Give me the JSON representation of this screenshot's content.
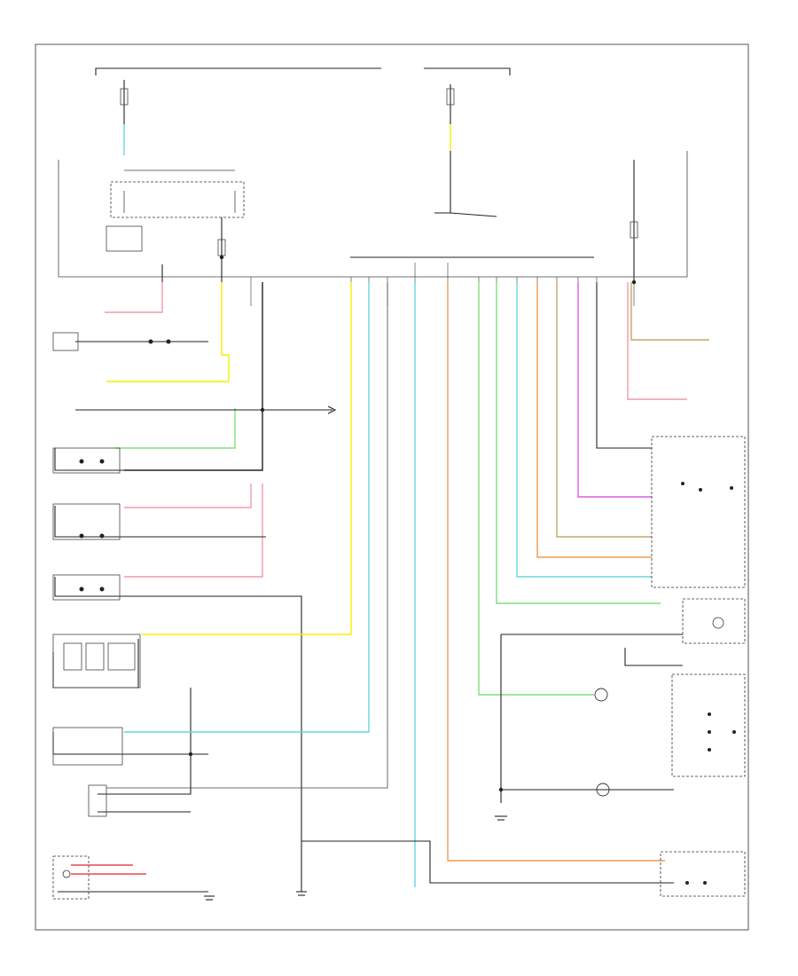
{
  "diagram": {
    "footer_label": "",
    "wire_colors": {
      "black": "#222222",
      "yellow": "#f4f000",
      "light_green": "#7ee07a",
      "light_blue": "#63d9df",
      "pink": "#f29aa6",
      "violet": "#e05ae6",
      "orange": "#f39b52",
      "tan": "#c9a66b",
      "red": "#e8484b",
      "grey": "#9a9a9a"
    },
    "components": [
      {
        "id": "driver-door-switch",
        "icon": "switch-icon"
      },
      {
        "id": "passenger-door-switch",
        "icon": "switch-icon"
      },
      {
        "id": "rear-door-switch",
        "icon": "switch-icon"
      },
      {
        "id": "heater-control-unit",
        "icon": "module-icon"
      },
      {
        "id": "rear-window-defogger",
        "icon": "module-icon"
      },
      {
        "id": "trunk-latch-switch",
        "icon": "switch-icon"
      },
      {
        "id": "clutch-interlock-switch",
        "icon": "switch-icon"
      },
      {
        "id": "transmission-range-switch",
        "icon": "switch-icon"
      },
      {
        "id": "gauge-control-module",
        "icon": "module-icon"
      },
      {
        "id": "combination-switch",
        "icon": "switch-icon"
      },
      {
        "id": "headlight-switch",
        "icon": "switch-icon"
      },
      {
        "id": "parking-brake-switch",
        "icon": "switch-icon"
      },
      {
        "id": "vehicle-speed-sensor",
        "icon": "sensor-icon"
      }
    ],
    "grounds": [
      {
        "id": "ground-g1",
        "icon": "ground-icon"
      },
      {
        "id": "ground-g2",
        "icon": "ground-icon"
      },
      {
        "id": "ground-g3",
        "icon": "ground-icon"
      },
      {
        "id": "ground-g4",
        "icon": "ground-icon"
      }
    ]
  }
}
